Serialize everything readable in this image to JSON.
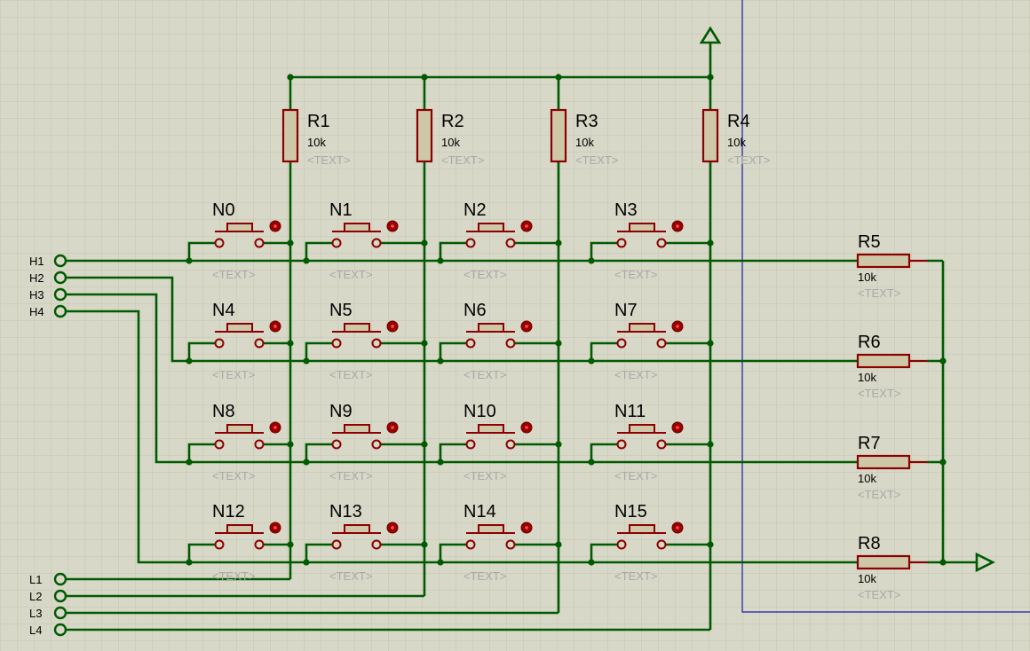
{
  "colors": {
    "background": "#d8d8c8",
    "grid": "#c3c3b2",
    "wire": "#005a00",
    "component": "#8b0000",
    "resistor_fill": "#cfc8a8",
    "sheet_border": "#1a1aa0",
    "placeholder_text": "#a8a8a8"
  },
  "column_pullups": [
    {
      "ref": "R1",
      "value": "10k",
      "text": "<TEXT>"
    },
    {
      "ref": "R2",
      "value": "10k",
      "text": "<TEXT>"
    },
    {
      "ref": "R3",
      "value": "10k",
      "text": "<TEXT>"
    },
    {
      "ref": "R4",
      "value": "10k",
      "text": "<TEXT>"
    }
  ],
  "row_resistors": [
    {
      "ref": "R5",
      "value": "10k",
      "text": "<TEXT>"
    },
    {
      "ref": "R6",
      "value": "10k",
      "text": "<TEXT>"
    },
    {
      "ref": "R7",
      "value": "10k",
      "text": "<TEXT>"
    },
    {
      "ref": "R8",
      "value": "10k",
      "text": "<TEXT>"
    }
  ],
  "buttons": [
    [
      "N0",
      "N1",
      "N2",
      "N3"
    ],
    [
      "N4",
      "N5",
      "N6",
      "N7"
    ],
    [
      "N8",
      "N9",
      "N10",
      "N11"
    ],
    [
      "N12",
      "N13",
      "N14",
      "N15"
    ]
  ],
  "button_text": "<TEXT>",
  "row_ports": [
    "H1",
    "H2",
    "H3",
    "H4"
  ],
  "column_ports": [
    "L1",
    "L2",
    "L3",
    "L4"
  ],
  "power_icon": "power-terminal-arrow",
  "ground_icon": "output-terminal-arrow"
}
